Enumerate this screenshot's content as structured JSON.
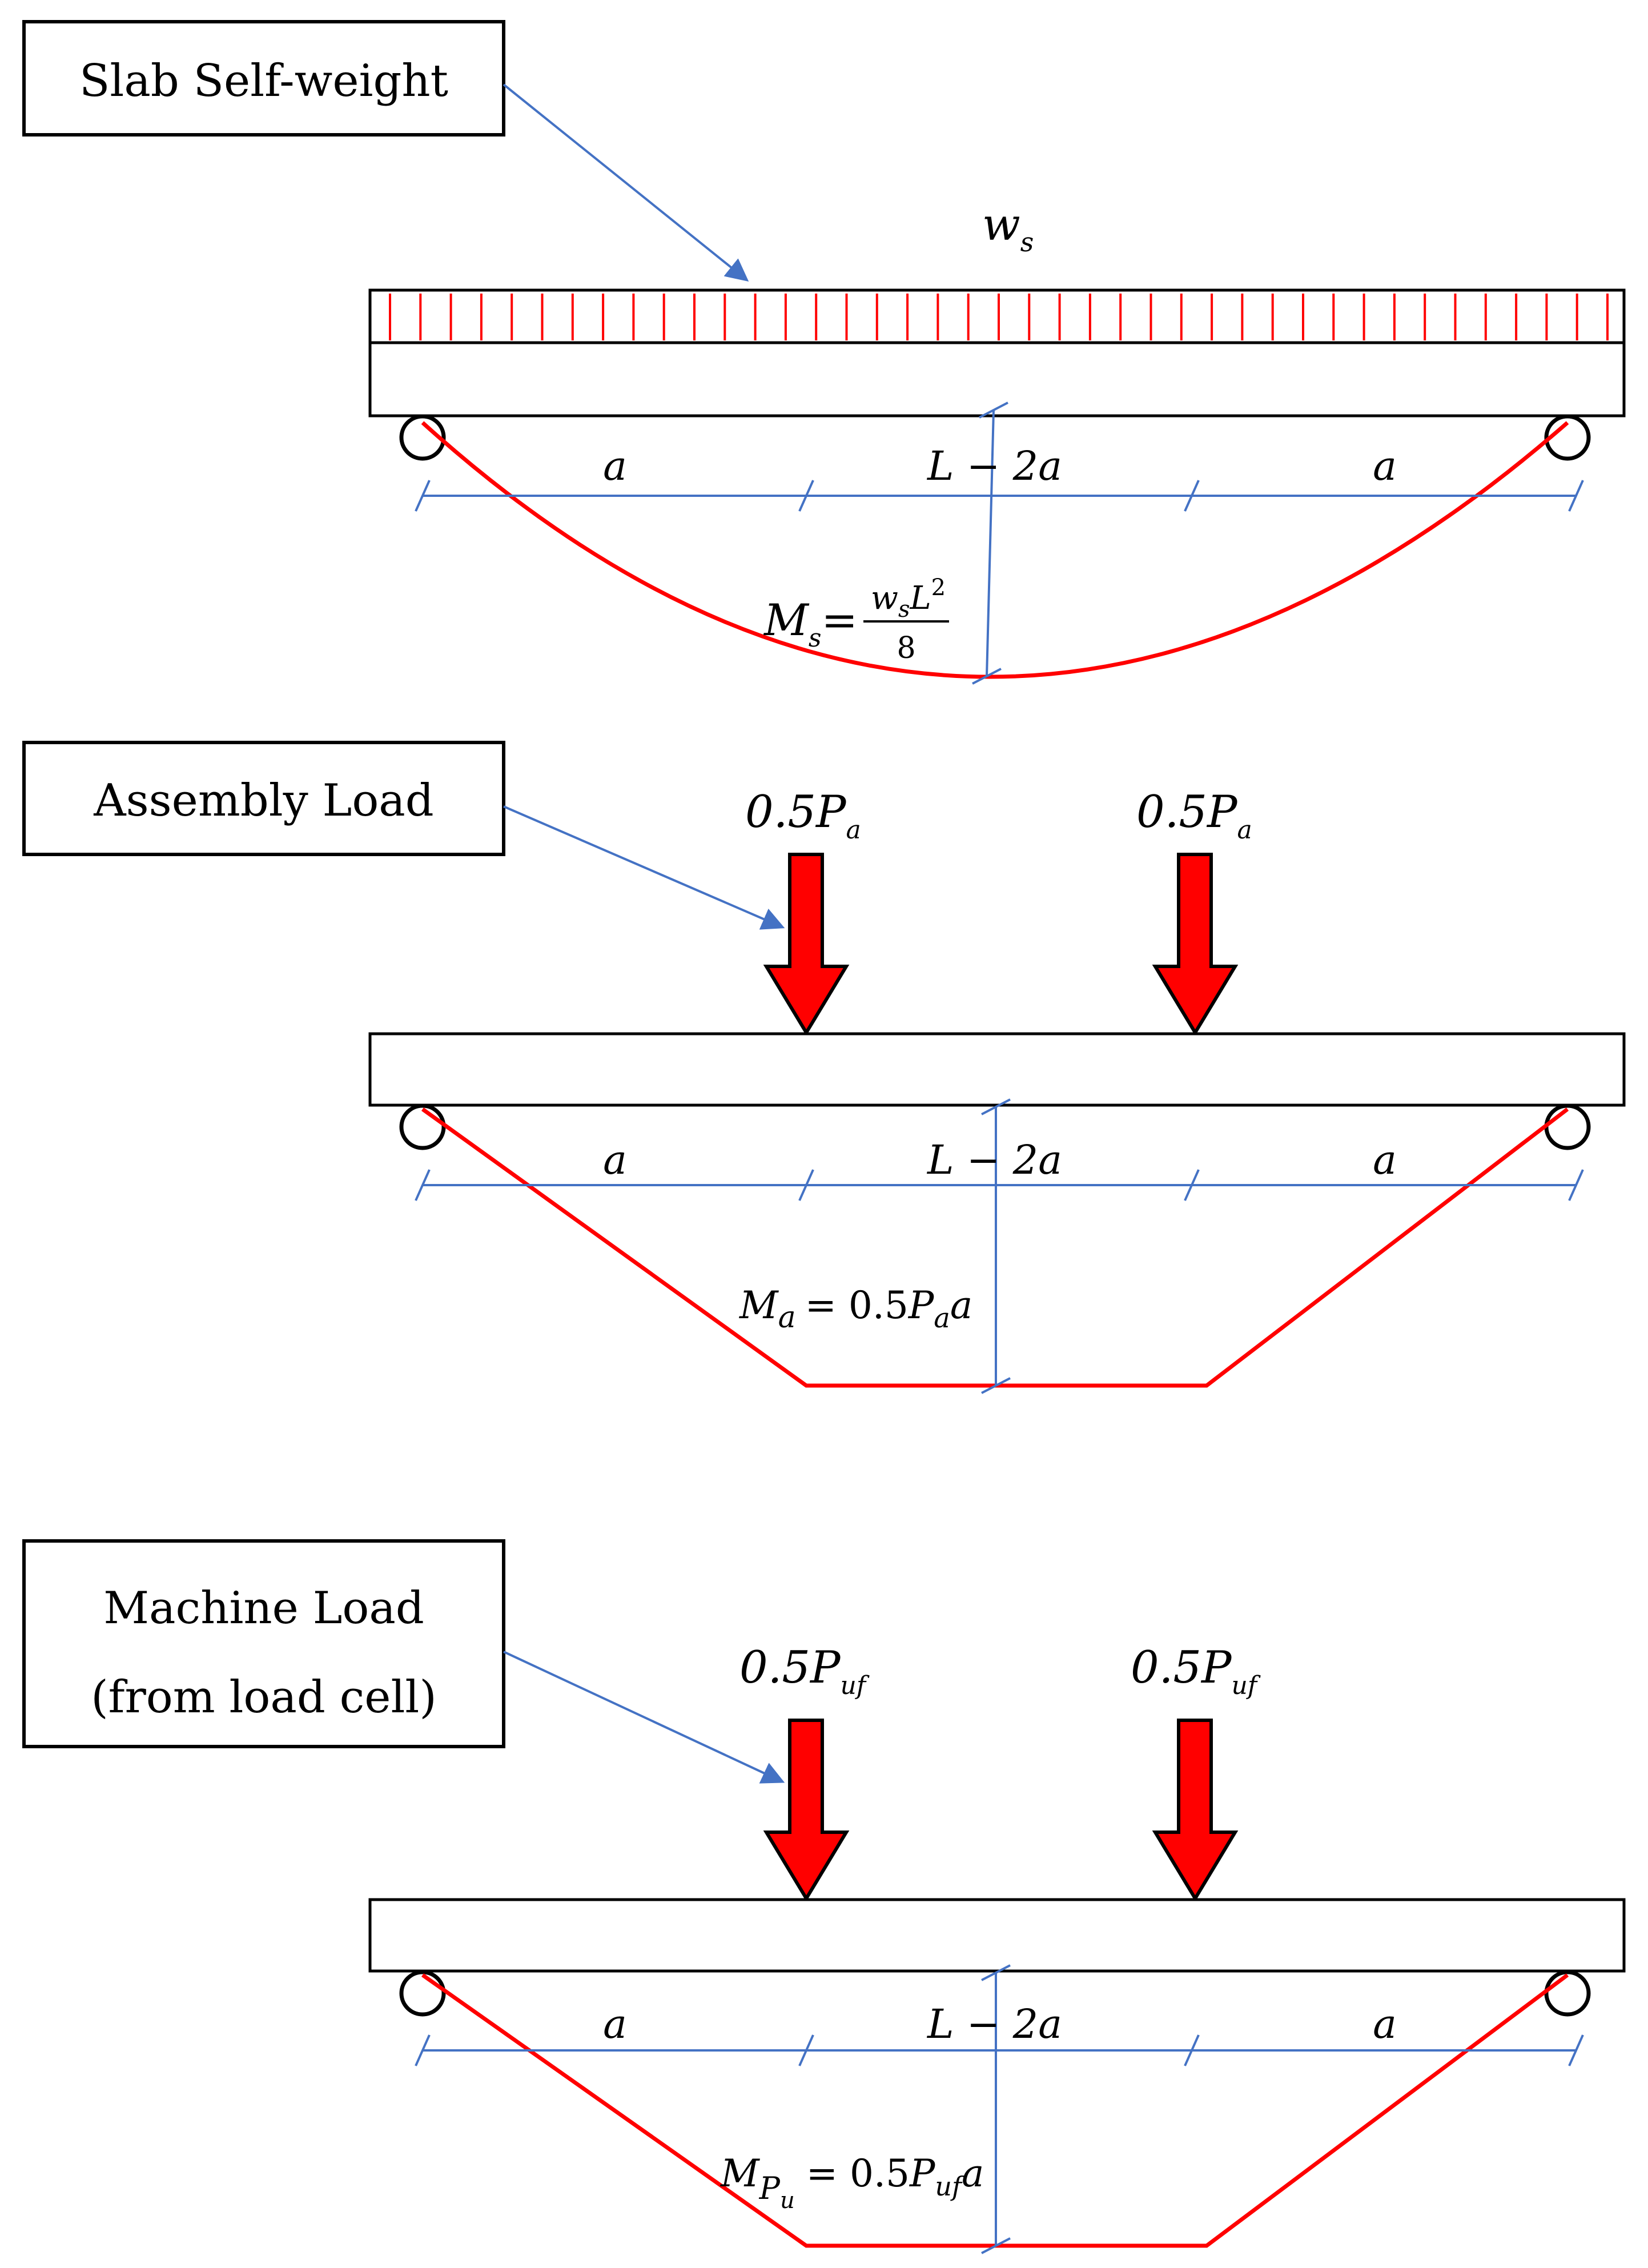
{
  "colors": {
    "load": "#ff0000",
    "dim": "#4472c4",
    "outline": "#000000"
  },
  "panels": [
    {
      "id": "self-weight",
      "box_lines": [
        "Slab Self-weight"
      ],
      "load_symbol": {
        "base": "w",
        "sub": "s"
      },
      "moment_diagram": "parabola",
      "moment": {
        "lhs": "M",
        "lhs_sub": "s",
        "rhs_num_base": "w",
        "rhs_num_sub": "s",
        "rhs_num_tail": "L",
        "rhs_num_sup": "2",
        "rhs_den": "8"
      },
      "dims": {
        "left": "a",
        "mid": "L − 2a",
        "right": "a"
      }
    },
    {
      "id": "assembly",
      "box_lines": [
        "Assembly Load"
      ],
      "point_load": {
        "coef": "0.5",
        "base": "P",
        "sub": "a"
      },
      "moment_diagram": "trapezoid",
      "moment": {
        "lhs": "M",
        "lhs_sub": "a",
        "rhs": "= 0.5",
        "rhs_base": "P",
        "rhs_sub": "a",
        "rhs_tail": "a"
      },
      "dims": {
        "left": "a",
        "mid": "L − 2a",
        "right": "a"
      }
    },
    {
      "id": "machine",
      "box_lines": [
        "Machine Load",
        "(from load cell)"
      ],
      "point_load": {
        "coef": "0.5",
        "base": "P",
        "sub": "uf"
      },
      "moment_diagram": "trapezoid",
      "moment": {
        "lhs": "M",
        "lhs_sub": "P",
        "lhs_subsub": "u",
        "rhs": "= 0.5",
        "rhs_base": "P",
        "rhs_sub": "uf",
        "rhs_tail": "a"
      },
      "dims": {
        "left": "a",
        "mid": "L − 2a",
        "right": "a"
      }
    }
  ]
}
